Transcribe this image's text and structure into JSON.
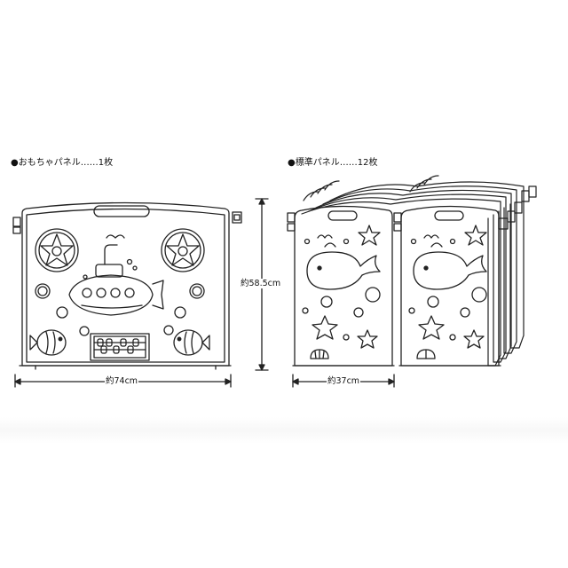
{
  "toy_panel": {
    "heading": "●おもちゃパネル……1枚",
    "width_label": "約74cm",
    "height_label": "約58.5cm"
  },
  "standard_panel": {
    "heading": "●標準パネル……12枚",
    "width_label": "約37cm"
  }
}
